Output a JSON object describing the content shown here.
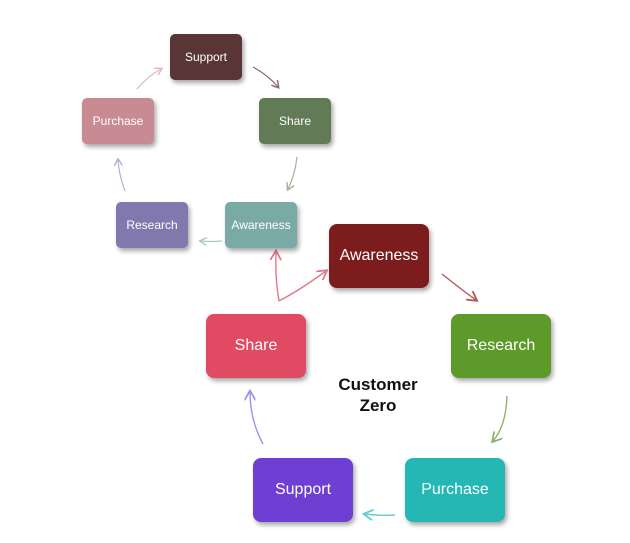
{
  "outer_cycle": {
    "title_line1": "Customer",
    "title_line2": "Zero",
    "nodes": [
      {
        "label": "Awareness",
        "color": "#7d1c1c"
      },
      {
        "label": "Research",
        "color": "#5e9a2a"
      },
      {
        "label": "Purchase",
        "color": "#24b7b3"
      },
      {
        "label": "Support",
        "color": "#6f3fd3"
      },
      {
        "label": "Share",
        "color": "#e04a63"
      }
    ],
    "arrow_colors": [
      "#b05a5a",
      "#8fb36b",
      "#5fcfcf",
      "#a58ee8",
      "#e07a8c"
    ]
  },
  "inner_cycle": {
    "nodes": [
      {
        "label": "Support",
        "color": "#5a3536"
      },
      {
        "label": "Share",
        "color": "#627a56"
      },
      {
        "label": "Awareness",
        "color": "#79aaa6"
      },
      {
        "label": "Research",
        "color": "#8179ad"
      },
      {
        "label": "Purchase",
        "color": "#c98b93"
      }
    ],
    "arrow_colors": [
      "#8a6a6a",
      "#a5b39a",
      "#a8c8c6",
      "#b3aed0",
      "#ddb8bd"
    ]
  }
}
